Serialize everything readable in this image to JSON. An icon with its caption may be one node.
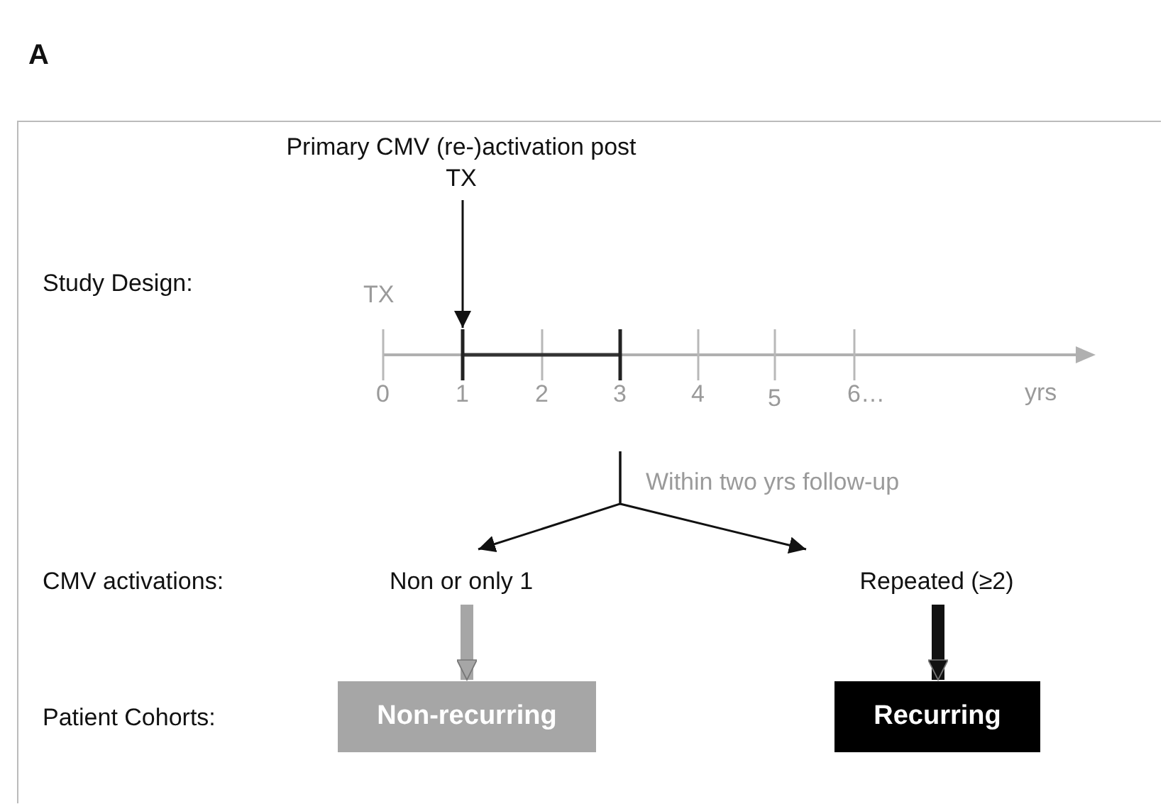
{
  "diagram": {
    "nodes": [
      {
        "text": [
          "Primary CMV (re-)activation post TX"
        ]
      },
      {
        "text": [],
        "shape": "bar"
      },
      {
        "text": [
          "Non or only 1"
        ]
      },
      {
        "text": [
          "Repeated (≥2)"
        ]
      },
      {
        "text": [
          "Non-recurring"
        ]
      },
      {
        "text": [
          "Recurring"
        ]
      }
    ],
    "edges": [
      {
        "from": 0,
        "to": 1,
        "arrow": "to"
      },
      {
        "from": null,
        "to": 2,
        "arrow": "to"
      },
      {
        "from": null,
        "to": 3,
        "arrow": "to"
      },
      {
        "from": 2,
        "to": 4,
        "arrow": "to",
        "style": "thick",
        "color": "#a6a6a6"
      },
      {
        "from": 3,
        "to": 5,
        "arrow": "to",
        "style": "thick"
      }
    ],
    "labels": [
      "A",
      "Study Design:",
      "TX",
      "0",
      "1",
      "2",
      "3",
      "4",
      "5",
      "6…",
      "yrs",
      "Within two yrs follow-up",
      "CMV activations:",
      "Patient Cohorts:"
    ]
  }
}
